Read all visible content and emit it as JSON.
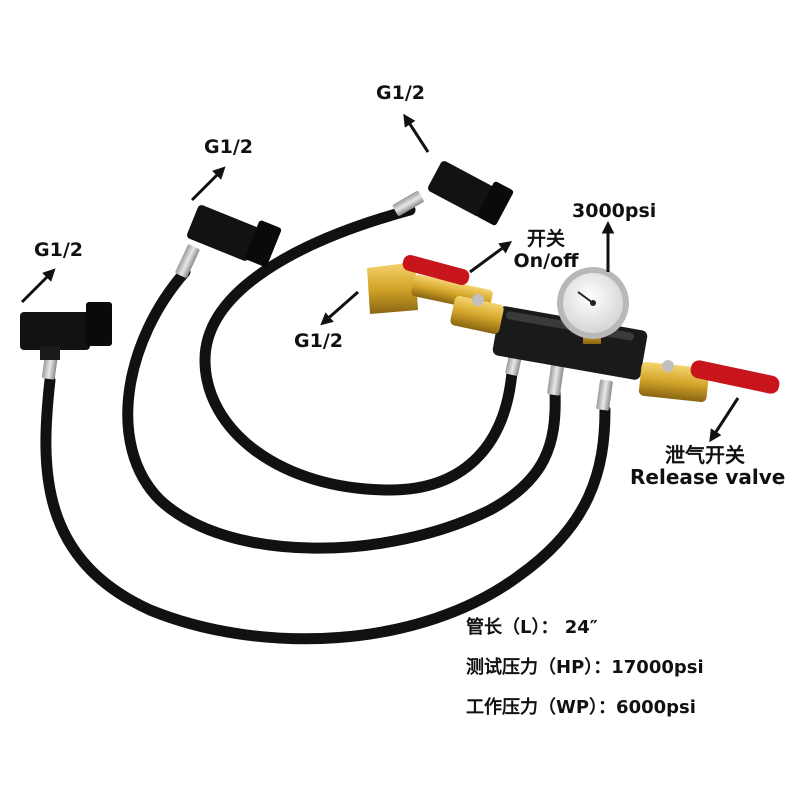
{
  "labels": {
    "port_left": "G1/2",
    "port_middle": "G1/2",
    "port_right": "G1/2",
    "port_inlet": "G1/2",
    "gauge": "3000psi",
    "on_off_cn": "开关",
    "on_off_en": "On/off",
    "release_cn": "泄气开关",
    "release_en": "Release valve"
  },
  "specs": [
    {
      "text": "管长（L）： 24″"
    },
    {
      "text": "测试压力（HP）：17000psi"
    },
    {
      "text": "工作压力（WP）：6000psi"
    }
  ],
  "colors": {
    "background": "#ffffff",
    "hose": "#111111",
    "brass": "#d4a62a",
    "handle": "#c8151b",
    "manifold": "#1a1a1a",
    "gauge_face": "#f2f2f2",
    "arrow": "#111111"
  }
}
